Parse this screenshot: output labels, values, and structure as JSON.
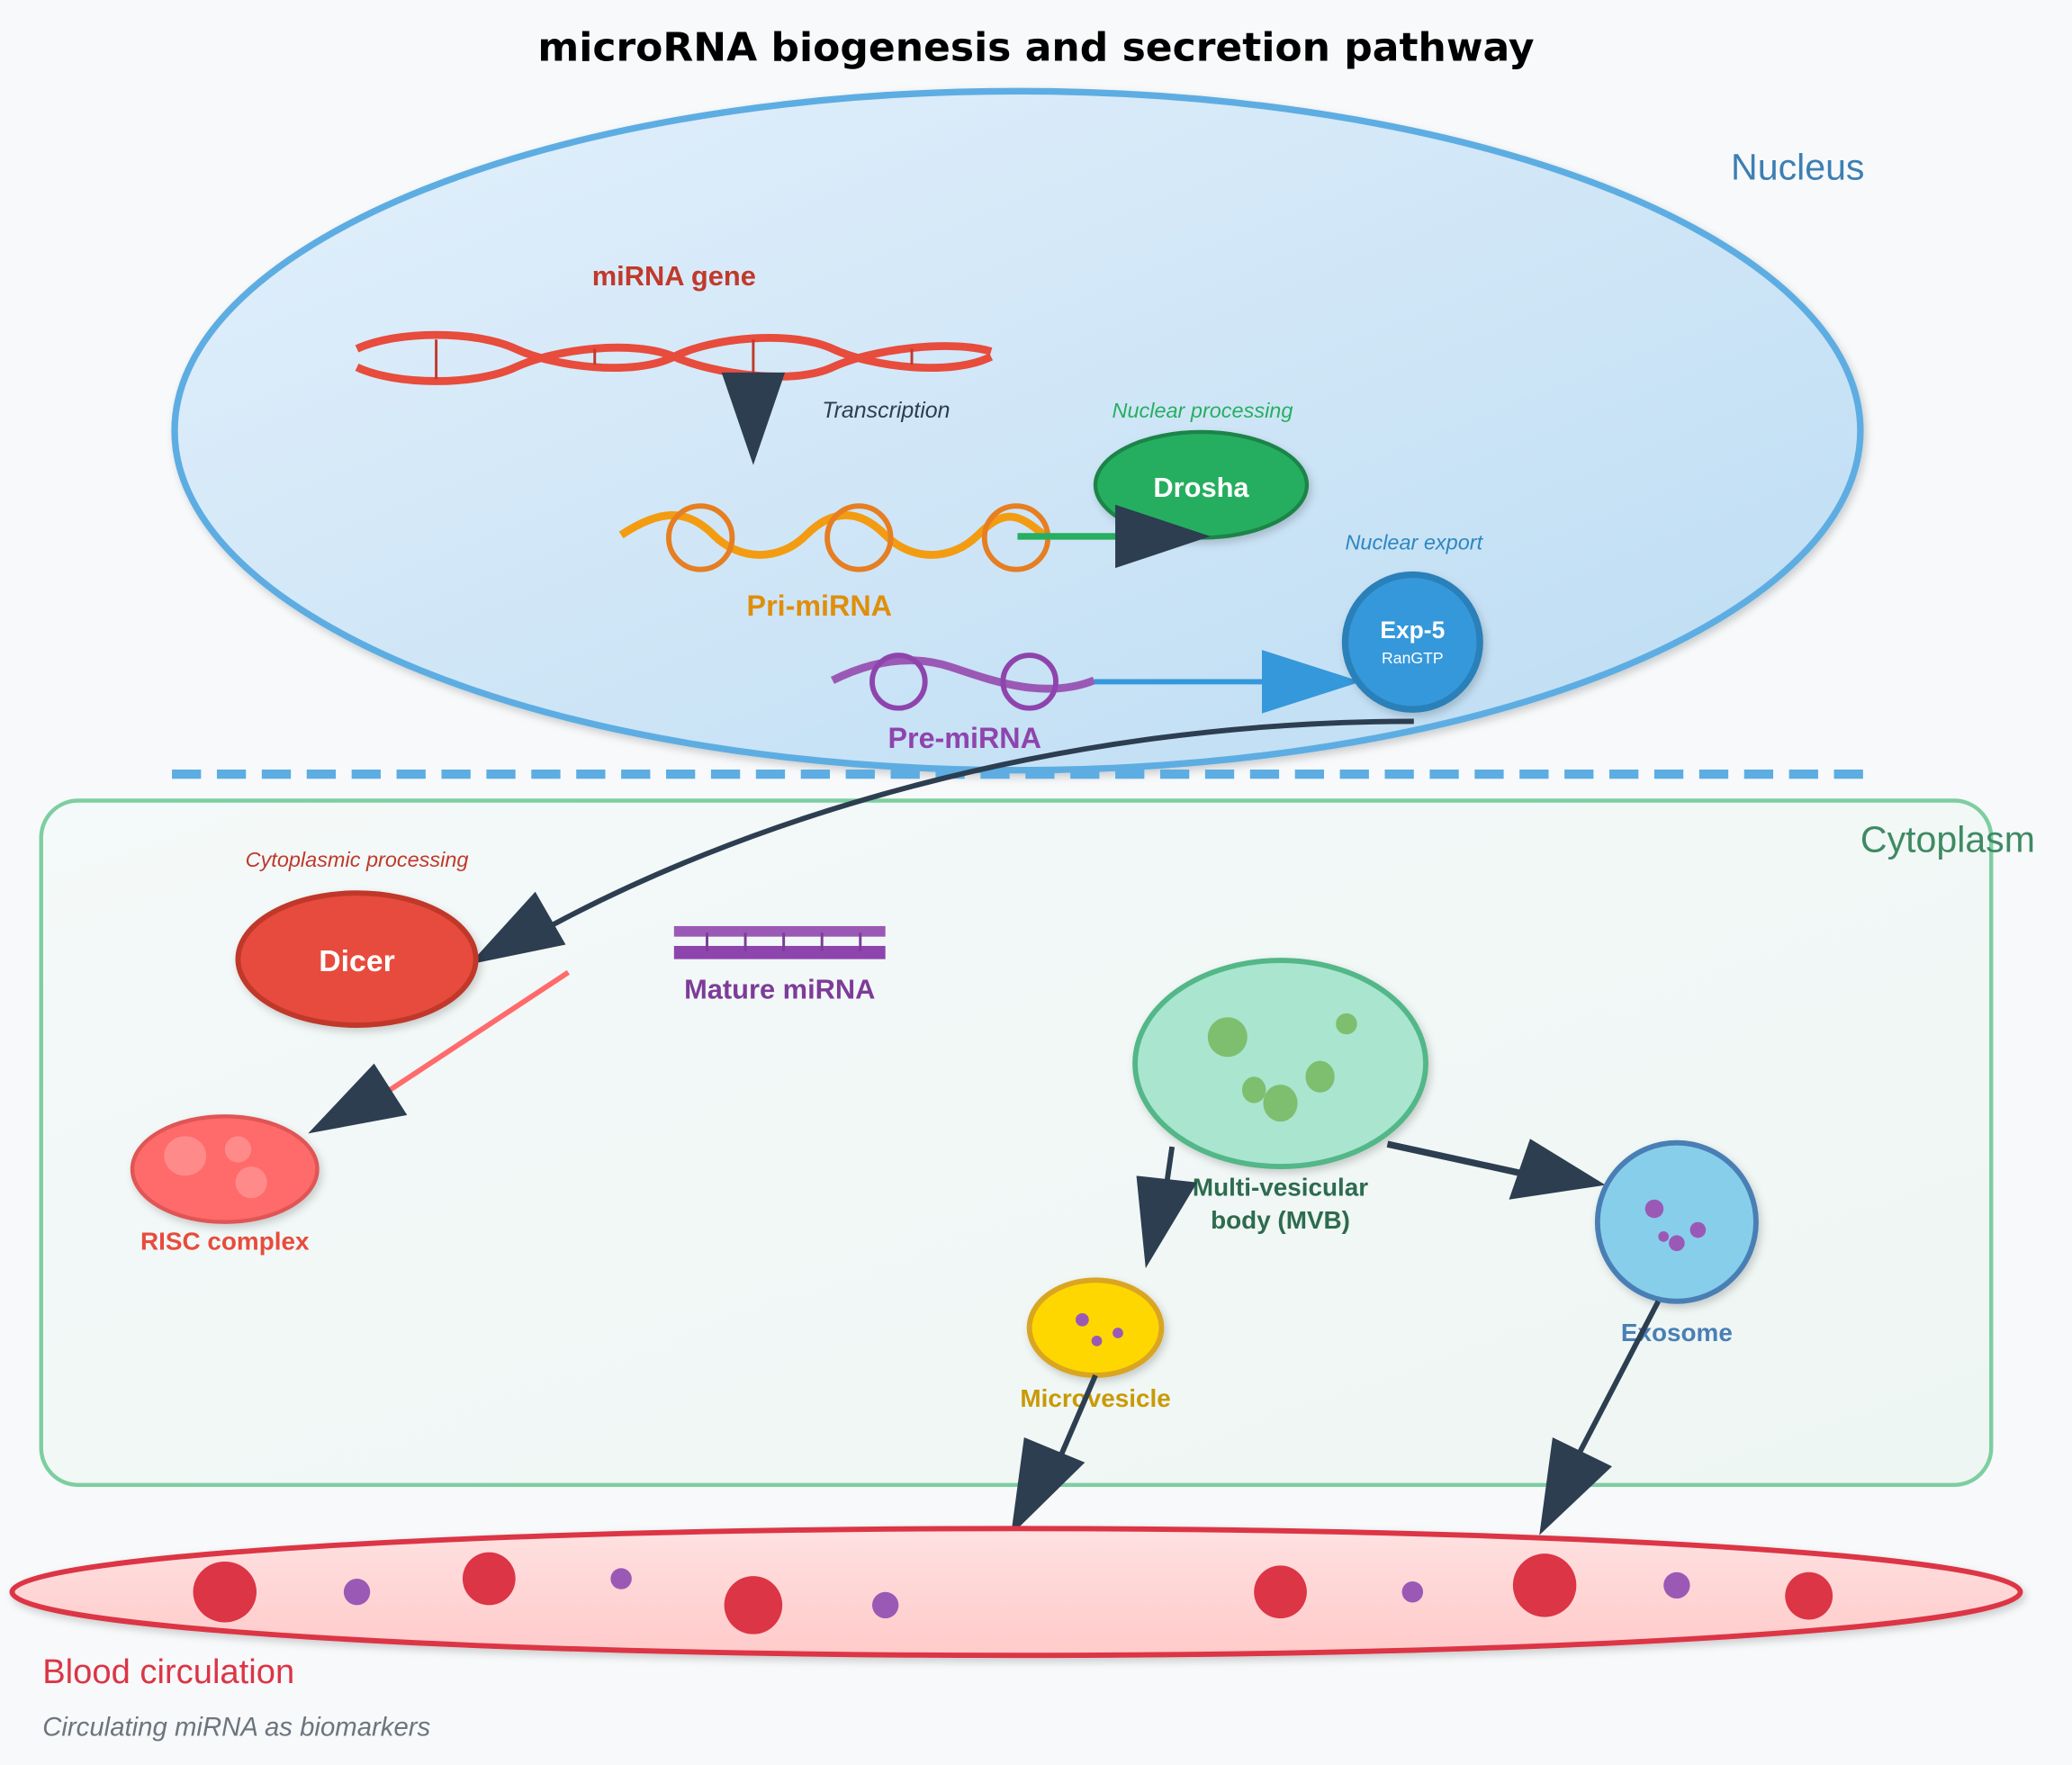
{
  "title": "microRNA biogenesis and secretion pathway",
  "compartments": {
    "nucleus": "Nucleus",
    "cytoplasm": "Cytoplasm",
    "blood": "Blood circulation",
    "blood_note": "Circulating miRNA as biomarkers"
  },
  "nodes": {
    "gene": "miRNA gene",
    "pri": "Pri-miRNA",
    "drosha": "Drosha",
    "pre": "Pre-miRNA",
    "exp5": "Exp-5",
    "exp5_sub": "RanGTP",
    "dicer": "Dicer",
    "mature": "Mature miRNA",
    "risc": "RISC complex",
    "mvb_line1": "Multi-vesicular",
    "mvb_line2": "body (MVB)",
    "microvesicle": "Microvesicle",
    "exosome": "Exosome"
  },
  "steps": {
    "transcription": "Transcription",
    "nuclear_processing": "Nuclear processing",
    "nuclear_export": "Nuclear export",
    "cytoplasmic_processing": "Cytoplasmic processing"
  },
  "colors": {
    "nucleus": "#5dade2",
    "cytoplasm": "#7dcea0",
    "gene": "#e74c3c",
    "pri": "#f39c12",
    "drosha": "#27ae60",
    "pre": "#9b59b6",
    "exp5": "#3498db",
    "dicer": "#e74c3c",
    "risc": "#ff6b6b",
    "mvb": "#a9e5cf",
    "microvesicle": "#ffd700",
    "exosome": "#87ceeb",
    "blood": "#dc3545",
    "arrow": "#2c3e50"
  }
}
